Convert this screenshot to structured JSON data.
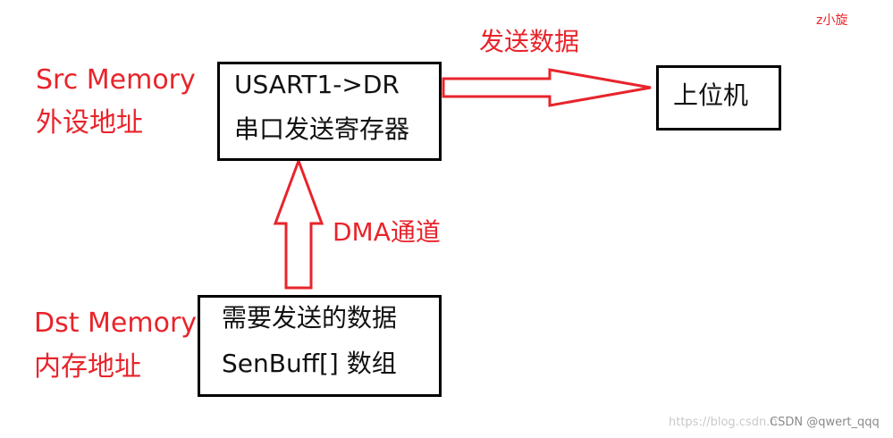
{
  "colors": {
    "accent": "#e8242b",
    "box_border": "#000000",
    "text": "#111111",
    "watermark": "#8a8a8a"
  },
  "corner_mark": "z小旋",
  "src_memory": {
    "title": "Src Memory",
    "subtitle": "外设地址"
  },
  "dst_memory": {
    "title": "Dst Memory",
    "subtitle": "内存地址"
  },
  "register_box": {
    "line1": "USART1->DR",
    "line2": "串口发送寄存器"
  },
  "host_box": {
    "label": "上位机"
  },
  "buffer_box": {
    "line1": "需要发送的数据",
    "line2": "SenBuff[] 数组"
  },
  "send_arrow_label": "发送数据",
  "dma_arrow_label": "DMA通道",
  "watermark": {
    "url": "https://blog.csdn.n",
    "author": "CSDN @qwert_qqq"
  }
}
